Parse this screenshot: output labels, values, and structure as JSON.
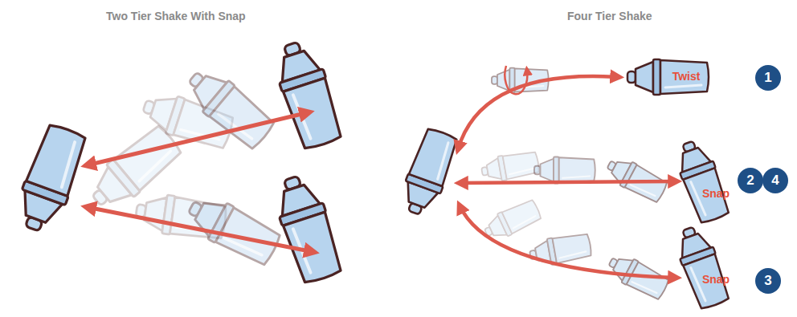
{
  "diagram": {
    "nodes": [
      {
        "text": [
          "Twist"
        ]
      },
      {
        "text": [
          "1"
        ]
      },
      {
        "text": [
          "Snap"
        ]
      },
      {
        "text": [
          "2"
        ]
      },
      {
        "text": [
          "4"
        ]
      },
      {
        "text": [
          "Snap"
        ]
      },
      {
        "text": [
          "3"
        ]
      }
    ],
    "labels": [
      "Two Tier Shake With Snap",
      "Four Tier Shake"
    ]
  }
}
